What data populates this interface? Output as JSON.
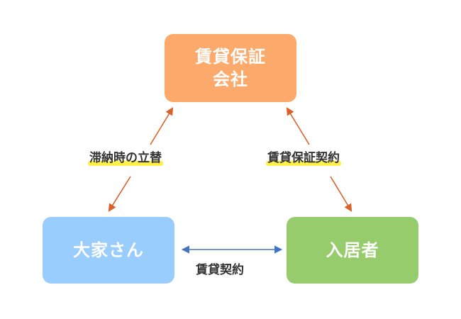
{
  "colors": {
    "guarantor": "#fcaa6b",
    "landlord": "#99cdfd",
    "tenant": "#96cc6b",
    "arrow_orange": "#d9622b",
    "arrow_blue": "#3f74c6",
    "highlight": "#fff04a"
  },
  "nodes": {
    "guarantor": {
      "line1": "賃貸保証",
      "line2": "会社"
    },
    "landlord": {
      "label": "大家さん"
    },
    "tenant": {
      "label": "入居者"
    }
  },
  "edges": {
    "advance_payment": "滞納時の立替",
    "guarantee_contract": "賃貸保証契約",
    "lease_contract": "賃貸契約"
  }
}
